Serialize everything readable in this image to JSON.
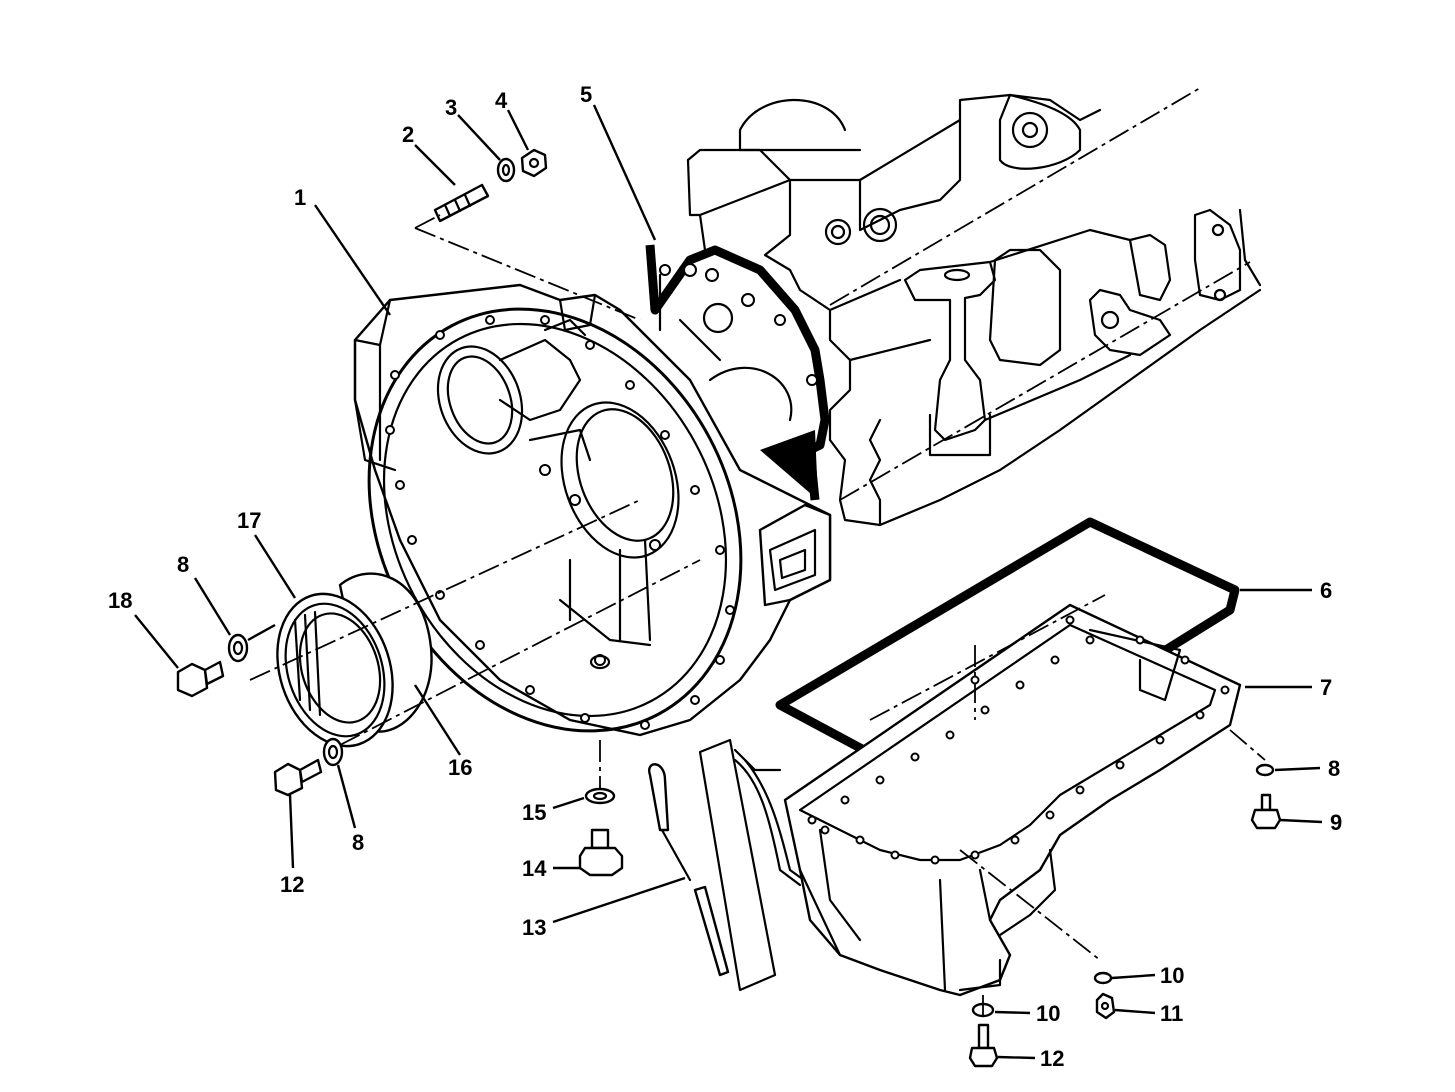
{
  "diagram": {
    "callouts": [
      {
        "id": "c1",
        "label": "1"
      },
      {
        "id": "c2",
        "label": "2"
      },
      {
        "id": "c3",
        "label": "3"
      },
      {
        "id": "c4",
        "label": "4"
      },
      {
        "id": "c5",
        "label": "5"
      },
      {
        "id": "c6",
        "label": "6"
      },
      {
        "id": "c7",
        "label": "7"
      },
      {
        "id": "c8a",
        "label": "8"
      },
      {
        "id": "c8b",
        "label": "8"
      },
      {
        "id": "c8c",
        "label": "8"
      },
      {
        "id": "c9",
        "label": "9"
      },
      {
        "id": "c10a",
        "label": "10"
      },
      {
        "id": "c10b",
        "label": "10"
      },
      {
        "id": "c11",
        "label": "11"
      },
      {
        "id": "c12a",
        "label": "12"
      },
      {
        "id": "c12b",
        "label": "12"
      },
      {
        "id": "c13",
        "label": "13"
      },
      {
        "id": "c14",
        "label": "14"
      },
      {
        "id": "c15",
        "label": "15"
      },
      {
        "id": "c16",
        "label": "16"
      },
      {
        "id": "c17",
        "label": "17"
      },
      {
        "id": "c18",
        "label": "18"
      }
    ]
  }
}
